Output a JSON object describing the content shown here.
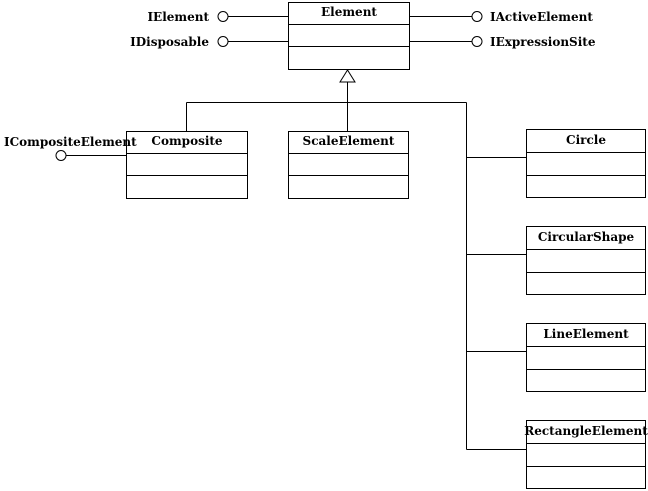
{
  "classes": {
    "element": "Element",
    "composite": "Composite",
    "scale_element": "ScaleElement",
    "circle": "Circle",
    "circular_shape": "CircularShape",
    "line_element": "LineElement",
    "rectangle_element": "RectangleElement"
  },
  "interfaces": {
    "ielement": "IElement",
    "idisposable": "IDisposable",
    "iactive_element": "IActiveElement",
    "iexpression_site": "IExpressionSite",
    "icomposite_element": "ICompositeElement"
  },
  "colors": {
    "line": "#000000",
    "background": "#ffffff"
  }
}
